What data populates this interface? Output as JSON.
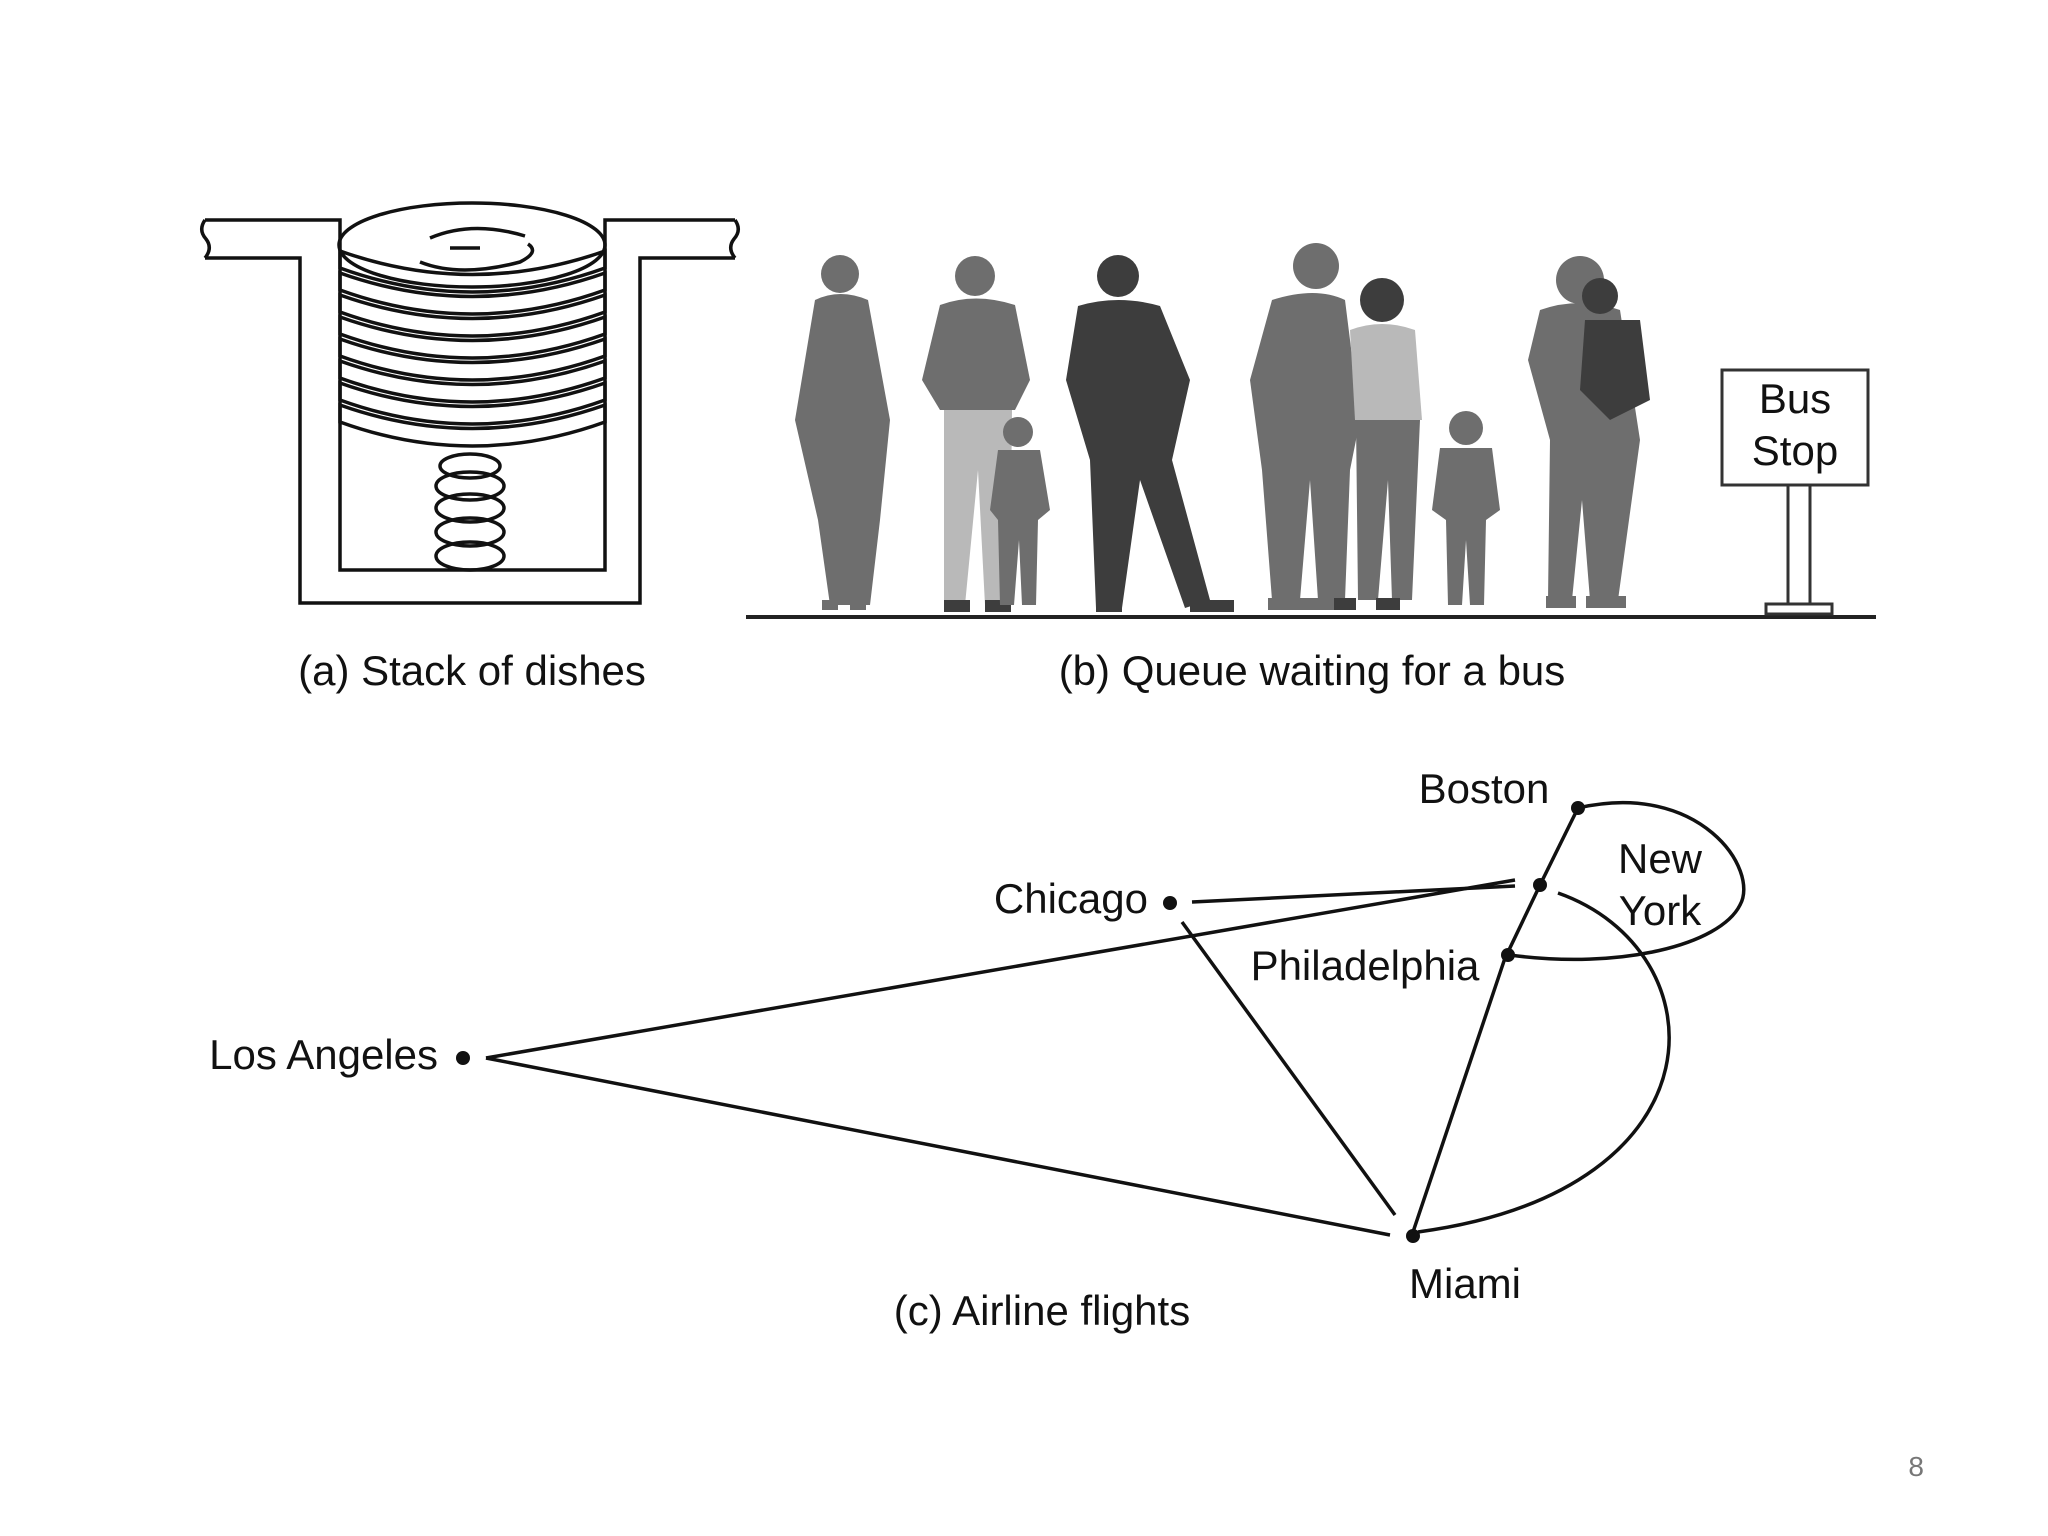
{
  "panels": {
    "stack": {
      "caption": "(a) Stack of dishes"
    },
    "queue": {
      "caption": "(b) Queue waiting for a bus",
      "sign_lines": [
        "Bus",
        "Stop"
      ]
    },
    "flights": {
      "caption": "(c) Airline flights"
    }
  },
  "cities": {
    "boston": "Boston",
    "new_york_line1": "New",
    "new_york_line2": "York",
    "chicago": "Chicago",
    "philadelphia": "Philadelphia",
    "los_angeles": "Los Angeles",
    "miami": "Miami"
  },
  "page_number": "8"
}
